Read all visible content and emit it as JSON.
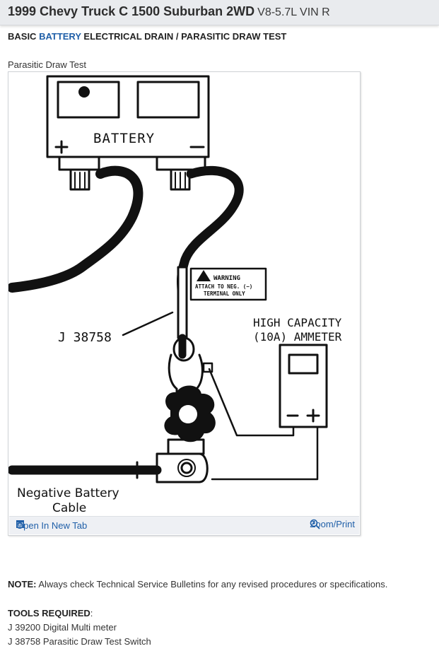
{
  "header": {
    "vehicle": "1999 Chevy Truck C 1500 Suburban 2WD",
    "engine": "V8-5.7L VIN R"
  },
  "subtitle": {
    "prefix": "BASIC ",
    "link": "BATTERY",
    "suffix": " ELECTRICAL DRAIN / PARASITIC DRAW TEST"
  },
  "figure": {
    "caption": "Parasitic Draw Test",
    "labels": {
      "battery": "BATTERY",
      "tool": "J 38758",
      "warning_title": "WARNING",
      "warning_line1": "ATTACH TO NEG. (−)",
      "warning_line2": "TERMINAL ONLY",
      "ammeter_line1": "HIGH CAPACITY",
      "ammeter_line2": "(10A) AMMETER",
      "cable_line1": "Negative Battery",
      "cable_line2": "Cable"
    },
    "open_tab": "Open In New Tab",
    "zoom": "Zoom/Print"
  },
  "note": {
    "label": "NOTE:",
    "text": " Always check Technical Service Bulletins for any revised procedures or specifications."
  },
  "tools": {
    "label": "TOOLS REQUIRED",
    "colon": ":",
    "items": [
      "J 39200 Digital Multi meter",
      "J 38758 Parasitic Draw Test Switch"
    ]
  }
}
